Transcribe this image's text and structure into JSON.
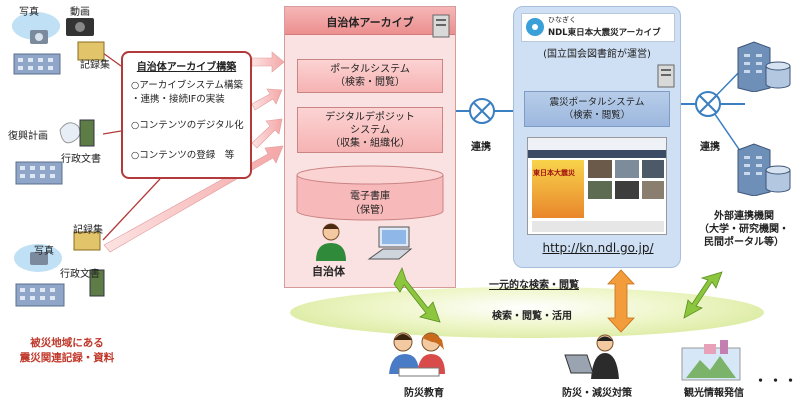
{
  "left_sources": {
    "top": {
      "photo": "写真",
      "video": "動画",
      "records": "記録集"
    },
    "middle": {
      "plan": "復興計画",
      "admin_doc": "行政文書"
    },
    "bottom": {
      "records": "記録集",
      "photo": "写真",
      "admin_doc": "行政文書"
    },
    "caption_line1": "被災地域にある",
    "caption_line2": "震災関連記録・資料"
  },
  "info_box": {
    "title": "自治体アーカイブ構築",
    "items": [
      "○アーカイブシステム構築",
      "・連携・接続IFの実装",
      "○コンテンツのデジタル化",
      "○コンテンツの登録　等"
    ]
  },
  "archive": {
    "title": "自治体アーカイブ",
    "portal": [
      "ポータルシステム",
      "（検索・閲覧）"
    ],
    "deposit": [
      "デジタルデポジット",
      "システム",
      "（収集・組織化）"
    ],
    "library": [
      "電子書庫",
      "（保管）"
    ],
    "user_label": "自治体"
  },
  "links": {
    "left": "連携",
    "right": "連携"
  },
  "ndl": {
    "kana": "ひなぎく",
    "name": "NDL東日本大震災アーカイブ",
    "operator": "(国立国会図書館が運営)",
    "portal": [
      "震災ポータルシステム",
      "（検索・閲覧）"
    ],
    "screenshot_banner": "東日本大震災",
    "url": "http://kn.ndl.go.jp/"
  },
  "external": {
    "lines": [
      "外部連携機関",
      "（大学・研究機関・",
      "民間ポータル等）"
    ]
  },
  "unified": {
    "label": "一元的な検索・閲覧",
    "ellipse": "検索・閲覧・活用"
  },
  "uses": {
    "education": "防災教育",
    "disaster": "防災・減災対策",
    "tourism": "観光情報発信",
    "ellipsis": "・・・"
  },
  "colors": {
    "archive_bg": "#fbe2e2",
    "ndl_bg": "#cfe0f4",
    "caption_red": "#c0392b",
    "green_arrow": "#8cc63f",
    "orange_arrow": "#f39c3c"
  }
}
